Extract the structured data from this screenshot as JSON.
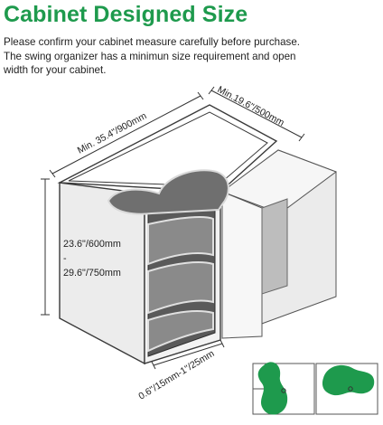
{
  "title": "Cabinet Designed Size",
  "description": [
    "Please confirm your cabinet measure carefully before purchase.",
    "The swing organizer has a minimun size requirement and open",
    "width for your cabinet."
  ],
  "dimensions": {
    "width": "Min. 35.4\"/900mm",
    "depth": "Min.19.6\"/500mm",
    "height_min": "23.6\"/600mm",
    "height_separator": "-",
    "height_max": "29.6\"/750mm",
    "open_gap": "0.6\"/15mm-1\"/25mm"
  },
  "colors": {
    "title": "#1e9a4d",
    "shelf_green": "#1e9a4d",
    "shelf_gray": "#7d7d7d",
    "cabinet_line": "#3a3a3a"
  }
}
